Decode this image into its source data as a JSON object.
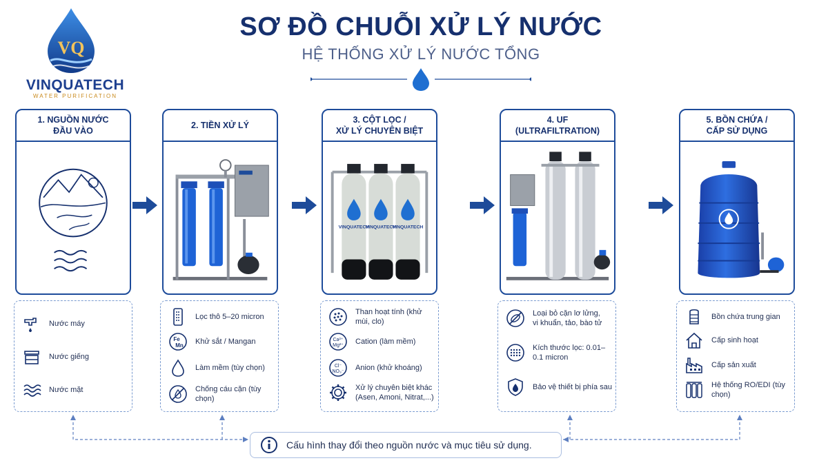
{
  "logo": {
    "name": "VINQUATECH",
    "tagline": "WATER PURIFICATION",
    "badge": "VQ"
  },
  "header": {
    "title": "SƠ ĐỒ CHUỖI XỬ LÝ NƯỚC",
    "subtitle": "HỆ THỐNG XỬ LÝ NƯỚC TỔNG"
  },
  "colors": {
    "primary": "#1d4b9a",
    "dark": "#16306e",
    "dashed": "#7a9bd0",
    "water": "#1f6fd1"
  },
  "stages": [
    {
      "title_line1": "1. NGUỒN NƯỚC",
      "title_line2": "ĐẦU VÀO",
      "image": "water-source-illustration",
      "items": [
        {
          "icon": "faucet-icon",
          "text": "Nước máy"
        },
        {
          "icon": "well-icon",
          "text": "Nước giếng"
        },
        {
          "icon": "waves-icon",
          "text": "Nước mặt"
        }
      ]
    },
    {
      "title_line1": "2. TIỀN XỬ LÝ",
      "title_line2": "",
      "image": "pretreatment-unit",
      "items": [
        {
          "icon": "filter-cartridge-icon",
          "text": "Lọc thô 5–20 micron"
        },
        {
          "icon": "fe-mn-icon",
          "text": "Khử sắt / Mangan",
          "icon_text_1": "Fe",
          "icon_text_2": "Mn"
        },
        {
          "icon": "water-drop-icon",
          "text": "Làm mềm (tùy chọn)"
        },
        {
          "icon": "anti-scale-icon",
          "text": "Chống cáu cặn (tùy chọn)"
        }
      ]
    },
    {
      "title_line1": "3. CỘT LỌC /",
      "title_line2": "XỬ LÝ CHUYÊN BIỆT",
      "image": "filter-columns",
      "items": [
        {
          "icon": "activated-carbon-icon",
          "text": "Than hoạt tính (khử mùi, clo)"
        },
        {
          "icon": "cation-icon",
          "text": "Cation (làm mềm)",
          "icon_text_1": "Ca²⁺",
          "icon_text_2": "Mg²⁺"
        },
        {
          "icon": "anion-icon",
          "text": "Anion (khử khoáng)",
          "icon_text_1": "Cl⁻",
          "icon_text_2": "NO₃⁻"
        },
        {
          "icon": "gear-icon",
          "text": "Xử lý chuyên biệt khác",
          "text2": "(Asen, Amoni, Nitrat,...)"
        }
      ]
    },
    {
      "title_line1": "4. UF",
      "title_line2": "(ULTRAFILTRATION)",
      "image": "uf-system",
      "items": [
        {
          "icon": "no-bacteria-icon",
          "text": "Loại bỏ cặn lơ lửng,",
          "text2": "vi khuẩn, tảo, bào tử"
        },
        {
          "icon": "membrane-icon",
          "text": "Kích thước lọc: 0.01–0.1 micron"
        },
        {
          "icon": "shield-icon",
          "text": "Bảo vệ thiết bị phía sau"
        }
      ]
    },
    {
      "title_line1": "5. BỒN CHỨA /",
      "title_line2": "CẤP SỬ DỤNG",
      "image": "storage-tank",
      "items": [
        {
          "icon": "tank-icon",
          "text": "Bồn chứa trung gian"
        },
        {
          "icon": "house-icon",
          "text": "Cấp sinh hoạt"
        },
        {
          "icon": "factory-icon",
          "text": "Cấp sản xuất"
        },
        {
          "icon": "ro-edi-icon",
          "text": "Hệ thống RO/EDI (tùy chọn)"
        }
      ]
    }
  ],
  "footer_note": "Cấu hình thay đổi theo nguồn nước và mục tiêu sử dụng.",
  "equipment_label": "VINQUATECH"
}
